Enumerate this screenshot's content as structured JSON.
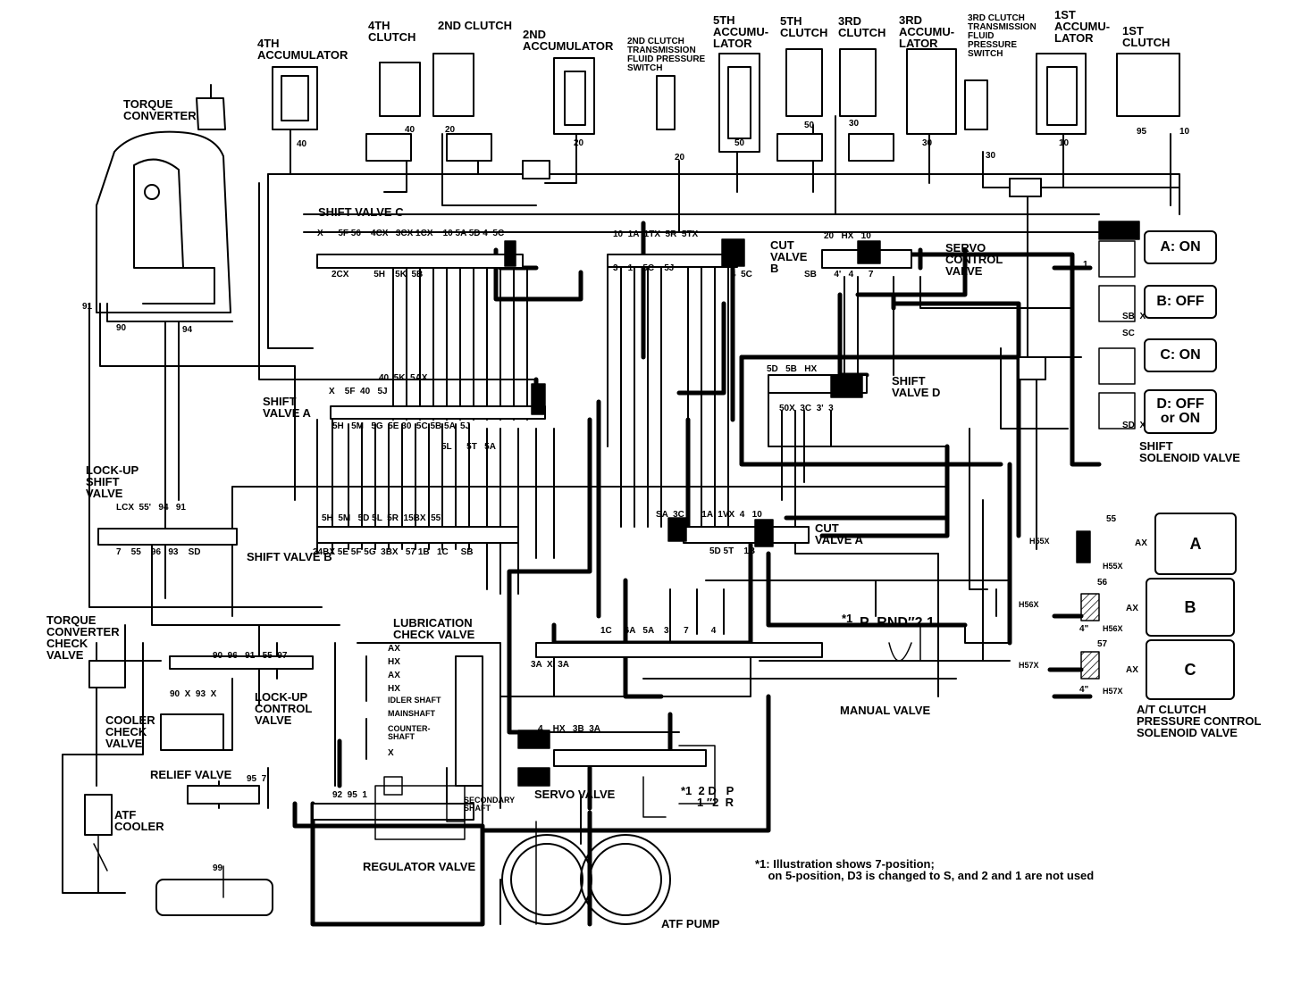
{
  "components": {
    "acc4": "4TH\nACCUMULATOR",
    "clutch4": "4TH\nCLUTCH",
    "clutch2": "2ND CLUTCH",
    "acc2": "2ND\nACCUMULATOR",
    "sw2": "2ND CLUTCH\nTRANSMISSION\nFLUID PRESSURE\nSWITCH",
    "acc5": "5TH\nACCUMU-\nLATOR",
    "clutch5": "5TH\nCLUTCH",
    "clutch3": "3RD\nCLUTCH",
    "acc3": "3RD\nACCUMU-\nLATOR",
    "sw3": "3RD CLUTCH\nTRANSMISSION\nFLUID\nPRESSURE\nSWITCH",
    "acc1": "1ST\nACCUMU-\nLATOR",
    "clutch1": "1ST\nCLUTCH",
    "torque_converter": "TORQUE\nCONVERTER",
    "shift_valve_c": "SHIFT VALVE C",
    "cut_valve_b": "CUT\nVALVE\nB",
    "servo_control": "SERVO\nCONTROL\nVALVE",
    "shift_valve_a": "SHIFT\nVALVE A",
    "shift_valve_d": "SHIFT\nVALVE D",
    "lockup_shift": "LOCK-UP\nSHIFT\nVALVE",
    "shift_valve_b": "SHIFT VALVE B",
    "cut_valve_a": "CUT\nVALVE A",
    "shift_solenoid": "SHIFT\nSOLENOID VALVE",
    "tc_check": "TORQUE\nCONVERTER\nCHECK\nVALVE",
    "lube_check": "LUBRICATION\nCHECK VALVE",
    "cooler_check": "COOLER\nCHECK\nVALVE",
    "lockup_control": "LOCK-UP\nCONTROL\nVALVE",
    "manual_valve": "MANUAL VALVE",
    "atclutch_sol": "A/T CLUTCH\nPRESSURE CONTROL\nSOLENOID VALVE",
    "relief_valve": "RELIEF VALVE",
    "atf_cooler": "ATF\nCOOLER",
    "servo_valve": "SERVO VALVE",
    "regulator_valve": "REGULATOR VALVE",
    "atf_pump": "ATF PUMP"
  },
  "solenoid_states": {
    "a": "A: ON",
    "b": "B: OFF",
    "c": "C: ON",
    "d": "D: OFF\nor ON"
  },
  "linear_solenoids": {
    "a": "A",
    "b": "B",
    "c": "C"
  },
  "lube_taps": [
    "AX",
    "HX",
    "AX",
    "HX",
    "IDLER SHAFT",
    "MAINSHAFT",
    "COUNTER-\nSHAFT",
    "X"
  ],
  "secondary_shaft": "SECONDARY\nSHAFT",
  "manual_positions": "P  RND″2 1",
  "manual_note_ref": "*1",
  "lever_positions": "*1  2 D   P\n     1 ″2  R",
  "footnote": "*1: Illustration shows 7-position;\n    on 5-position, D3 is changed to S, and 2 and 1 are not used",
  "ports": {
    "p40a": "40",
    "p40b": "40",
    "p20a": "20",
    "p20b": "20",
    "p20c": "20",
    "p50a": "50",
    "p50b": "50",
    "p30a": "30",
    "p30b": "30",
    "p30c": "30",
    "p10a": "10",
    "p10b": "10",
    "p95a": "95",
    "p91": "91",
    "p90": "90",
    "p94": "94",
    "svc_row": "X      5F 56    4CX   3CX 1CX    10 5A 5D 4  5C",
    "svc_bot": "2CX          5H    5K  5B",
    "sva_top": "40  5K  5AX",
    "sva_row": "X    5F  40   5J",
    "sva_bot": "5H   5M   5G  5E 30  5C 5B 5A  5J",
    "sva_bot2": "5L      5T   5A",
    "row_mid": "10  1A  1TX  5R  5TX",
    "row_mid2": "3    1    5C    5J",
    "cutb_ports": "4  5C",
    "servo_top": "20   HX   10",
    "servo_bot": "SB       4'   4      7",
    "svd_top": "5D   5B   HX",
    "svd_bot": "50X  3C  3'  3",
    "sol_ports_a": "6A",
    "sol_ports_b": "SB  X",
    "sol_ports_c": "SC",
    "sol_ports_d": "SD  X",
    "lu_row": "LCX  55'   94   91",
    "lu_bot": "7    55    96   93    SD",
    "svb_top": "5H  5M   5D 5L  5R  15BX  55'",
    "svb_bot": "24BX 5E 5F 5G  3BX   57 1B   1C     SB",
    "cuta_ports": "SA  3C       1A  1VX  4   10",
    "cuta_bot": "5D 5T    1B",
    "luc_ports": "90  96   91   55  97",
    "luc_bot": "90  X  93  X",
    "relief_ports": "95  7",
    "reg_ports": "92  95  1",
    "manual_ports": "1C     6A   5A    3      7         4",
    "servo_ports": "3A  X  3A",
    "servo_mid": "4    HX   3B  3A",
    "sa_55": "55",
    "sa_56": "56",
    "sa_57": "57",
    "h55x": "H55X",
    "h56x": "H56X",
    "h57x": "H57X",
    "h55x2": "H55X",
    "h56x2": "H56X",
    "h57x2": "H57X",
    "ax1": "AX",
    "ax2": "AX",
    "ax3": "AX",
    "p99": "99",
    "p4pp": "4\"",
    "p4pp2": "4\"",
    "p1": "1"
  },
  "colors": {
    "line": "#000000",
    "bg": "#ffffff"
  }
}
